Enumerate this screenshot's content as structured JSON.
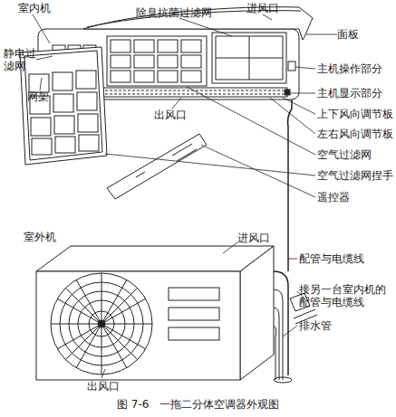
{
  "diagram": {
    "caption": "图 7-6　一拖二分体空调器外观图",
    "labels": [
      "室内机",
      "除臭抗菌过滤网",
      "进风口",
      "面板",
      "静电过滤网",
      "网架",
      "主机操作部分",
      "主机显示部分",
      "出风口",
      "上下风向调节板",
      "左右风向调节板",
      "空气过滤网",
      "空气过滤网捏手",
      "遥控器",
      "室外机",
      "进风口",
      "配管与电缆线",
      "接另一台室内机的配管与电缆线",
      "排水管",
      "出风口"
    ]
  }
}
